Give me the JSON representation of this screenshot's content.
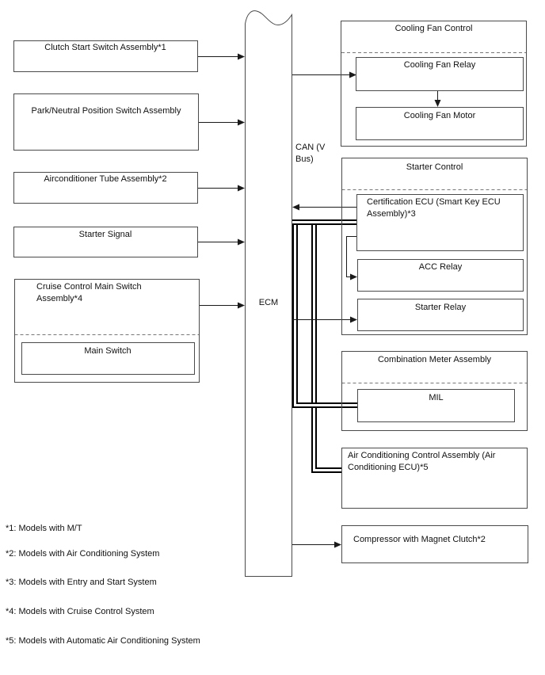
{
  "diagram": {
    "ecm_label": "ECM",
    "bus_label": "CAN (V Bus)",
    "left_nodes": {
      "clutch": "Clutch Start Switch Assembly*1",
      "park_neutral": "Park/Neutral Position Switch Assembly",
      "airconditioner_tube": "Airconditioner Tube Assembly*2",
      "starter_signal": "Starter Signal",
      "cruise": "Cruise Control Main Switch Assembly*4",
      "main_switch": "Main Switch"
    },
    "right_nodes": {
      "cooling_fan_control": "Cooling Fan Control",
      "cooling_fan_relay": "Cooling Fan Relay",
      "cooling_fan_motor": "Cooling Fan Motor",
      "starter_control": "Starter Control",
      "certification_ecu": "Certification ECU (Smart Key ECU Assembly)*3",
      "acc_relay": "ACC Relay",
      "starter_relay": "Starter Relay",
      "combination_meter": "Combination Meter Assembly",
      "mil": "MIL",
      "air_conditioning": "Air Conditioning Control Assembly (Air Conditioning ECU)*5",
      "compressor": "Compressor with Magnet Clutch*2"
    },
    "footnotes": [
      "*1: Models with M/T",
      "*2: Models with Air Conditioning System",
      "*3: Models with Entry and Start System",
      "*4: Models with Cruise Control System",
      "*5: Models with Automatic Air Conditioning System"
    ],
    "colors": {
      "background": "#ffffff",
      "box_border": "#4a4a4a",
      "line": "#1a1a1a",
      "bus": "#000000",
      "dashed": "#777777"
    }
  }
}
